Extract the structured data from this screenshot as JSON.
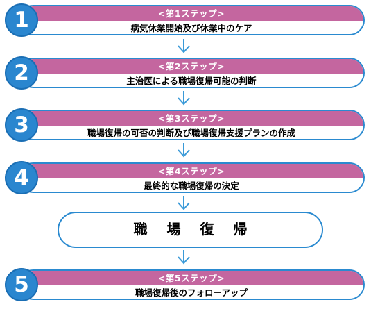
{
  "steps": [
    {
      "number": "1",
      "label": "<第1ステップ>",
      "text": "病気休業開始及び休業中のケア"
    },
    {
      "number": "2",
      "label": "<第2ステップ>",
      "text": "主治医による職場復帰可能の判断"
    },
    {
      "number": "3",
      "label": "<第3ステップ>",
      "text": "職場復帰の可否の判断及び職場復帰支援プランの作成"
    },
    {
      "number": "4",
      "label": "<第4ステップ>",
      "text": "最終的な職場復帰の決定"
    },
    {
      "number": "5",
      "label": "<第5ステップ>",
      "text": "職場復帰後のフォローアップ"
    }
  ],
  "return_to_work": "職場復帰",
  "colors": {
    "circle_blue": "#2a86cf",
    "border_blue": "#2a8ad0",
    "header_pink": "#c4669f",
    "arrow_blue": "#3a9ad8"
  }
}
